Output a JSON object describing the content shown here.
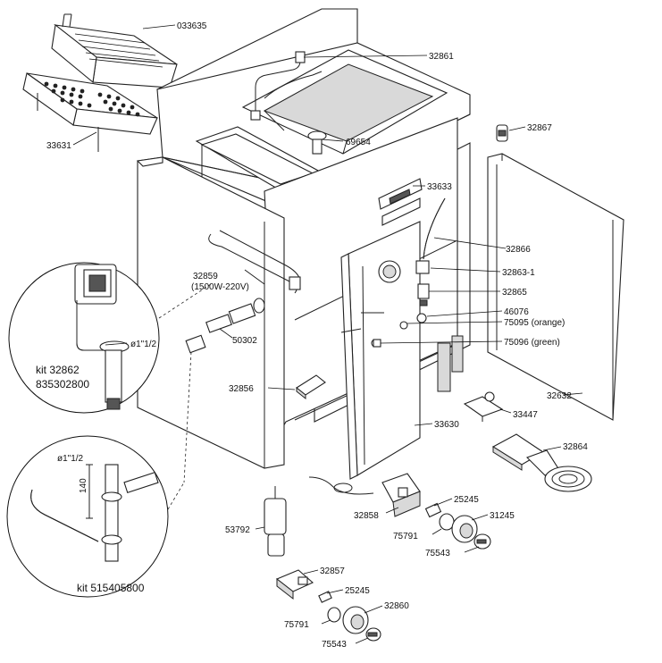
{
  "labels": {
    "p033635": "033635",
    "p33631": "33631",
    "p32861": "32861",
    "p69654": "69654",
    "p32867": "32867",
    "p33633": "33633",
    "p32866": "32866",
    "p32863_1": "32863-1",
    "p32865": "32865",
    "p46076": "46076",
    "p75095": "75095 (orange)",
    "p75096": "75096 (green)",
    "p32859": "32859",
    "p32859_spec": "(1500W-220V)",
    "p50302": "50302",
    "p32856": "32856",
    "p32632": "32632",
    "p33447": "33447",
    "p33630": "33630",
    "p32864": "32864",
    "p25245_a": "25245",
    "p32858": "32858",
    "p31245": "31245",
    "p75791_a": "75791",
    "p75543_a": "75543",
    "p53792": "53792",
    "p32857": "32857",
    "p25245_b": "25245",
    "p32860": "32860",
    "p75791_b": "75791",
    "p75543_b": "75543"
  },
  "kits": {
    "top_dia": "ø1\"1/2",
    "top_name": "kit 32862",
    "top_code": "835302800",
    "bottom_dia": "ø1\"1/2",
    "bottom_dim": "140",
    "bottom_name": "kit 515405800"
  }
}
